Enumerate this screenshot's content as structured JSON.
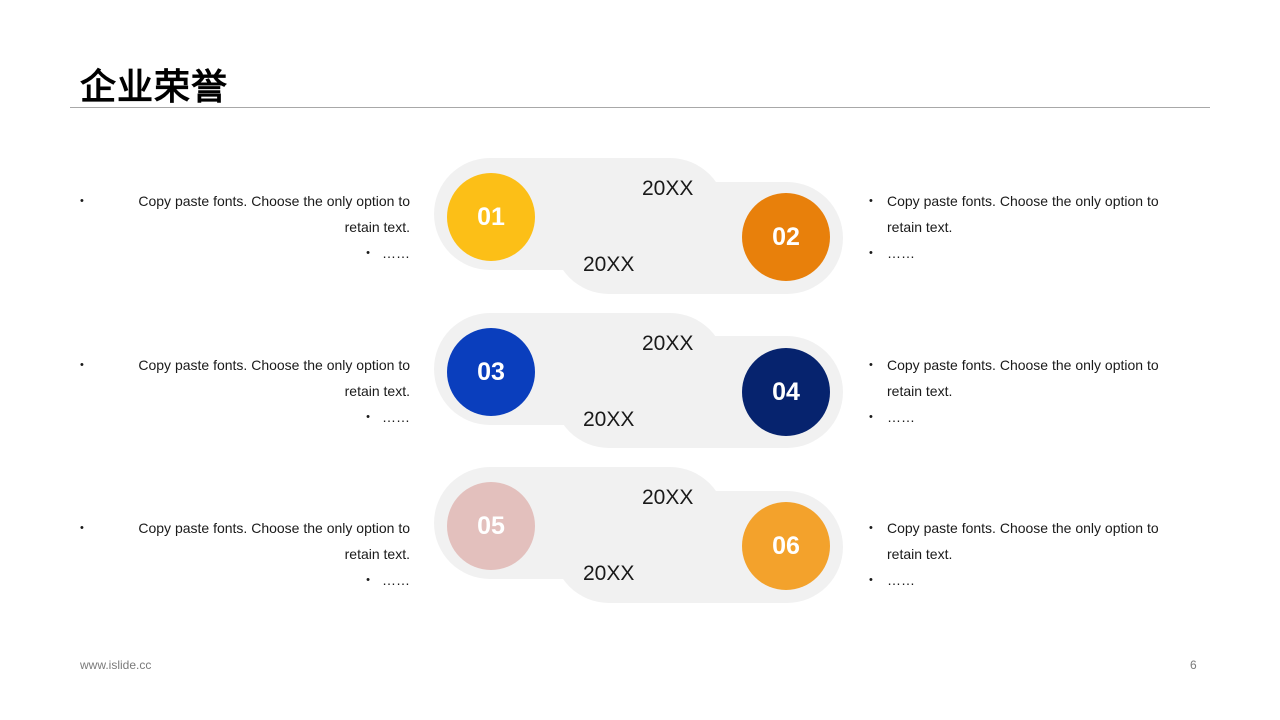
{
  "title": "企业荣誉",
  "footer": {
    "url": "www.islide.cc",
    "page": "6"
  },
  "items": [
    {
      "num": "01",
      "year": "20XX",
      "color": "#fcbf17",
      "text1": "Copy paste fonts. Choose the only option to",
      "text2": "retain text.",
      "text3": "……"
    },
    {
      "num": "02",
      "year": "20XX",
      "color": "#e8800b",
      "text1": "Copy paste fonts. Choose the only option to",
      "text2": "retain text.",
      "text3": "……"
    },
    {
      "num": "03",
      "year": "20XX",
      "color": "#0a3ebd",
      "text1": "Copy paste fonts. Choose the only option to",
      "text2": "retain text.",
      "text3": "……"
    },
    {
      "num": "04",
      "year": "20XX",
      "color": "#06236e",
      "text1": "Copy paste fonts. Choose the only option to",
      "text2": "retain text.",
      "text3": "……"
    },
    {
      "num": "05",
      "year": "20XX",
      "color": "#e3c0bd",
      "text1": "Copy paste fonts. Choose the only option to",
      "text2": "retain text.",
      "text3": "……"
    },
    {
      "num": "06",
      "year": "20XX",
      "color": "#f3a22c",
      "text1": "Copy paste fonts. Choose the only option to",
      "text2": "retain text.",
      "text3": "……"
    }
  ]
}
